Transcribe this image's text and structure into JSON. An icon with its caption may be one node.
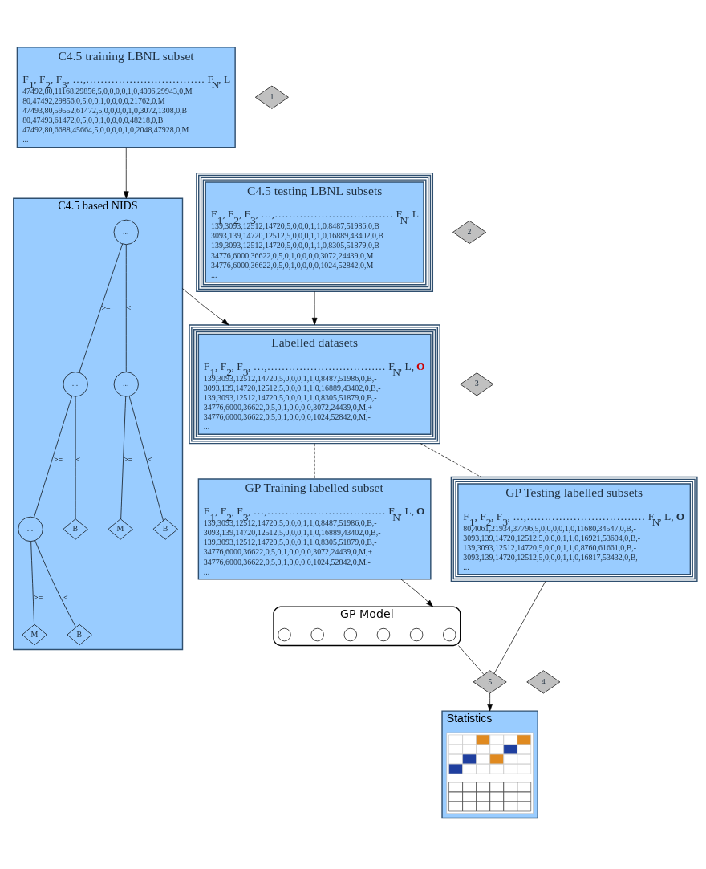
{
  "diagram": {
    "nodes": [
      {
        "text": [
          "C4.5 training LBNL subset",
          "F$_{1}$, F$_{2}$, F$_{3}$, …,…………………………… F$_{N}$, L",
          "47492,80,11168,29856,5,0,0,0,0,1,0,4096,29943,0,M",
          "80,47492,29856,0,5,0,0,1,0,0,0,0,21762,0,M",
          "47493,80,59552,61472,5,0,0,0,0,1,0,3072,1308,0,B",
          "80,47493,61472,0,5,0,0,1,0,0,0,0,48218,0,B",
          "47492,80,6688,45664,5,0,0,0,0,1,0,2048,47928,0,M",
          "..."
        ]
      },
      {
        "text": [
          "1"
        ]
      },
      {
        "text": [
          "C4.5 based NIDS"
        ]
      },
      {
        "text": [
          "..."
        ],
        "in": 2
      },
      {
        "text": [
          "..."
        ],
        "in": 2
      },
      {
        "text": [
          "..."
        ],
        "in": 2
      },
      {
        "text": [
          "..."
        ],
        "in": 2
      },
      {
        "text": [
          "B"
        ],
        "in": 2
      },
      {
        "text": [
          "M"
        ],
        "in": 2
      },
      {
        "text": [
          "B"
        ],
        "in": 2
      },
      {
        "text": [
          "M"
        ],
        "in": 2
      },
      {
        "text": [
          "B"
        ],
        "in": 2
      },
      {
        "text": [
          "C4.5 testing LBNL subsets",
          "F$_{1}$, F$_{2}$, F$_{3}$, …,…………………………… F$_{N}$, L",
          "139,3093,12512,14720,5,0,0,0,1,1,0,8487,51986,0,B",
          "3093,139,14720,12512,5,0,0,0,1,1,0,16889,43402,0,B",
          "139,3093,12512,14720,5,0,0,0,1,1,0,8305,51879,0,B",
          "34776,6000,36622,0,5,0,1,0,0,0,0,3072,24439,0,M",
          "34776,6000,36622,0,5,0,1,0,0,0,0,1024,52842,0,M",
          "..."
        ]
      },
      {
        "text": [
          "2"
        ]
      },
      {
        "text": [
          "Labelled datasets",
          "F$_{1}$, F$_{2}$, F$_{3}$, …,…………………………… F$_{N}$, L, **O**",
          "139,3093,12512,14720,5,0,0,0,1,1,0,8487,51986,0,B,-",
          "3093,139,14720,12512,5,0,0,0,1,1,0,16889,43402,0,B,-",
          "139,3093,12512,14720,5,0,0,0,1,1,0,8305,51879,0,B,-",
          "34776,6000,36622,0,5,0,1,0,0,0,0,3072,24439,0,M,+",
          "34776,6000,36622,0,5,0,1,0,0,0,0,1024,52842,0,M,-",
          "..."
        ]
      },
      {
        "text": [
          "3"
        ]
      },
      {
        "text": [
          "GP Training labelled subset",
          "F$_{1}$, F$_{2}$, F$_{3}$, …,…………………………… F$_{N}$, L, **O**",
          "139,3093,12512,14720,5,0,0,0,1,1,0,8487,51986,0,B,-",
          "3093,139,14720,12512,5,0,0,0,1,1,0,16889,43402,0,B,-",
          "139,3093,12512,14720,5,0,0,0,1,1,0,8305,51879,0,B,-",
          "34776,6000,36622,0,5,0,1,0,0,0,0,3072,24439,0,M,+",
          "34776,6000,36622,0,5,0,1,0,0,0,0,1024,52842,0,M,-",
          "..."
        ]
      },
      {
        "text": [
          "GP Testing labelled subsets",
          "F$_{1}$, F$_{2}$, F$_{3}$, …,…………………………… F$_{N}$, L, **O**",
          "80,4061,21934,37796,5,0,0,0,0,1,0,11680,34547,0,B,-",
          "3093,139,14720,12512,5,0,0,0,1,1,0,16921,53604,0,B,-",
          "139,3093,12512,14720,5,0,0,0,1,1,0,8760,61661,0,B,-",
          "3093,139,14720,12512,5,0,0,0,1,1,0,16817,53432,0,B,",
          "..."
        ]
      },
      {
        "text": [
          "4"
        ]
      },
      {
        "text": [
          "5"
        ]
      },
      {
        "text": [
          "GP Model"
        ]
      },
      {
        "text": [],
        "shape": "circle",
        "in": 20
      },
      {
        "text": [],
        "shape": "circle",
        "in": 20
      },
      {
        "text": [],
        "shape": "circle",
        "in": 20
      },
      {
        "text": [],
        "shape": "circle",
        "in": 20
      },
      {
        "text": [],
        "shape": "circle",
        "in": 20
      },
      {
        "text": [],
        "shape": "circle",
        "in": 20
      },
      {
        "text": [
          "Statistics"
        ]
      },
      {
        "text": [],
        "shape": "picture",
        "in": 27
      }
    ],
    "edges": [
      {
        "from": 0,
        "to": 2,
        "arrow": "to"
      },
      {
        "from": 3,
        "to": 4,
        "arrow": "none",
        "label": ">="
      },
      {
        "from": 3,
        "to": 5,
        "arrow": "none",
        "label": "<"
      },
      {
        "from": 4,
        "to": 6,
        "arrow": "none",
        "label": ">="
      },
      {
        "from": 4,
        "to": 7,
        "arrow": "none",
        "label": "<"
      },
      {
        "from": 5,
        "to": 8,
        "arrow": "none",
        "label": ">="
      },
      {
        "from": 5,
        "to": 9,
        "arrow": "none",
        "label": "<"
      },
      {
        "from": 6,
        "to": 10,
        "arrow": "none",
        "label": ">="
      },
      {
        "from": 6,
        "to": 11,
        "arrow": "none",
        "label": "<"
      },
      {
        "from": 12,
        "to": 14,
        "arrow": "to"
      },
      {
        "from": 2,
        "to": 14,
        "arrow": "to"
      },
      {
        "from": 14,
        "to": 16,
        "arrow": "none",
        "style": "dashed"
      },
      {
        "from": 14,
        "to": 17,
        "arrow": "none",
        "style": "dashed"
      },
      {
        "from": 16,
        "to": 20,
        "arrow": "to"
      },
      {
        "from": 20,
        "to": 19,
        "arrow": "none"
      },
      {
        "from": 17,
        "to": 19,
        "arrow": "none"
      },
      {
        "from": 19,
        "to": 27,
        "arrow": "to"
      }
    ]
  }
}
